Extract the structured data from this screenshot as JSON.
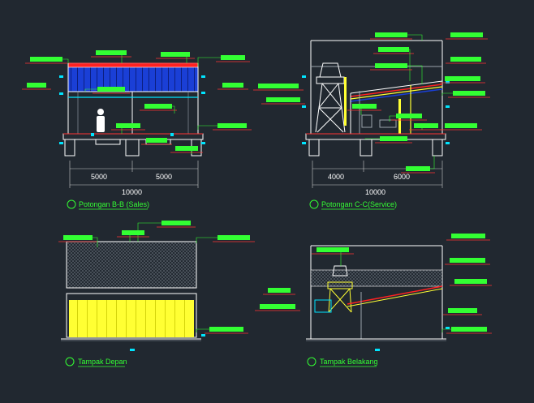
{
  "colors": {
    "background": "#212830",
    "outline": "#ffffff",
    "tag_green": "#33ff33",
    "leader_red": "#ff3333",
    "cyan": "#00e5ff",
    "roof_blue": "#1a3fd6",
    "roof_red": "#ff2222",
    "glass_yellow": "#ffff33",
    "dim_grey": "#c8c8c8"
  },
  "views": {
    "section_bb": {
      "title": "Potongan B-B (Sales)",
      "dims": {
        "left": "5000",
        "right": "5000",
        "total": "10000"
      }
    },
    "section_cc": {
      "title": "Potongan C-C(Service)",
      "dims": {
        "left": "4000",
        "right": "6000",
        "total": "10000"
      }
    },
    "front": {
      "title": "Tampak Depan"
    },
    "back": {
      "title": "Tampak Belakang"
    }
  }
}
